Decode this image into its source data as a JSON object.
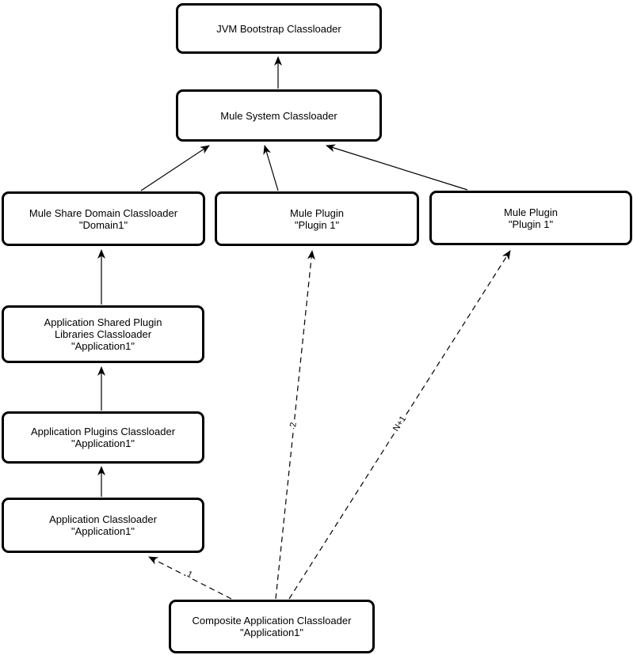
{
  "diagram": {
    "background_color": "#ffffff",
    "box_fill_color": "#ffffff",
    "box_border_color": "#000000",
    "line_color": "#000000",
    "nodes": [
      {
        "id": "jvm-bootstrap-classloader",
        "lines": [
          "JVM Bootstrap Classloader"
        ]
      },
      {
        "id": "mule-system-classloader",
        "lines": [
          "Mule System Classloader"
        ]
      },
      {
        "id": "mule-share-domain-classloader",
        "lines": [
          "Mule Share Domain Classloader",
          "\"Domain1\""
        ]
      },
      {
        "id": "mule-plugin-middle",
        "lines": [
          "Mule Plugin",
          "\"Plugin 1\""
        ]
      },
      {
        "id": "mule-plugin-right",
        "lines": [
          "Mule Plugin",
          "\"Plugin 1\""
        ]
      },
      {
        "id": "application-shared-plugin-libraries-classloader",
        "lines": [
          "Application Shared Plugin",
          "Libraries Classloader",
          "\"Application1\""
        ]
      },
      {
        "id": "application-plugins-classloader",
        "lines": [
          "Application Plugins Classloader",
          "\"Application1\""
        ]
      },
      {
        "id": "application-classloader",
        "lines": [
          "Application Classloader",
          "\"Application1\""
        ]
      },
      {
        "id": "composite-application-classloader",
        "lines": [
          "Composite Application Classloader",
          "\"Application1\""
        ]
      }
    ],
    "edges": [
      {
        "from": "mule-system-classloader",
        "to": "jvm-bootstrap-classloader",
        "style": "solid",
        "label": ""
      },
      {
        "from": "mule-share-domain-classloader",
        "to": "mule-system-classloader",
        "style": "solid",
        "label": ""
      },
      {
        "from": "mule-plugin-middle",
        "to": "mule-system-classloader",
        "style": "solid",
        "label": ""
      },
      {
        "from": "mule-plugin-right",
        "to": "mule-system-classloader",
        "style": "solid",
        "label": ""
      },
      {
        "from": "application-shared-plugin-libraries-classloader",
        "to": "mule-share-domain-classloader",
        "style": "solid",
        "label": ""
      },
      {
        "from": "application-plugins-classloader",
        "to": "application-shared-plugin-libraries-classloader",
        "style": "solid",
        "label": ""
      },
      {
        "from": "application-classloader",
        "to": "application-plugins-classloader",
        "style": "solid",
        "label": ""
      },
      {
        "from": "composite-application-classloader",
        "to": "application-classloader",
        "style": "dashed",
        "label": "1"
      },
      {
        "from": "composite-application-classloader",
        "to": "mule-plugin-middle",
        "style": "dashed",
        "label": "2"
      },
      {
        "from": "composite-application-classloader",
        "to": "mule-plugin-right",
        "style": "dashed",
        "label": "N+1"
      }
    ]
  }
}
